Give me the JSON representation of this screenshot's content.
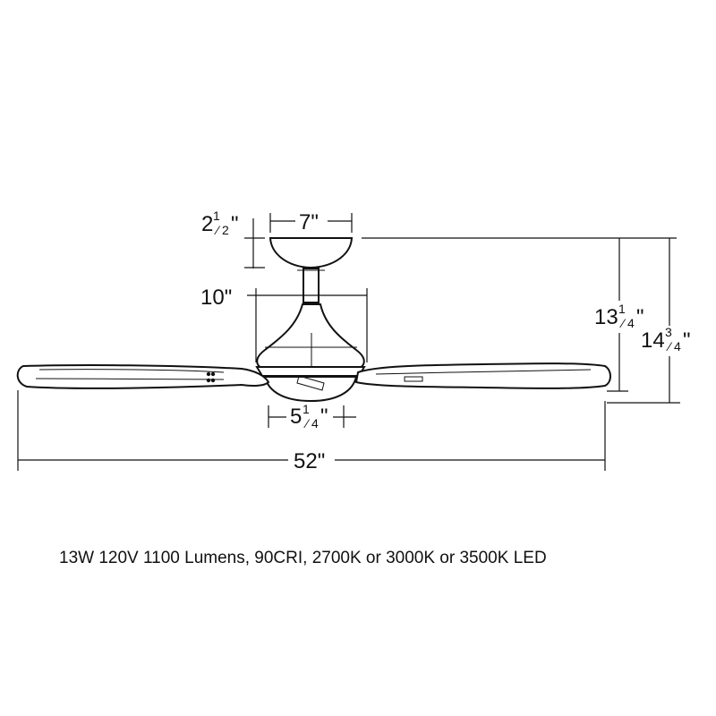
{
  "dimensions": {
    "canopy_height": {
      "whole": "2",
      "num": "1",
      "den": "2"
    },
    "canopy_width": "7\"",
    "body_width": "10\"",
    "light_width": {
      "whole": "5",
      "num": "1",
      "den": "4"
    },
    "overall_height": {
      "whole": "13",
      "num": "1",
      "den": "4"
    },
    "extended_height": {
      "whole": "14",
      "num": "3",
      "den": "4"
    },
    "span": "52\""
  },
  "spec_text": "13W 120V 1100 Lumens, 90CRI, 2700K or 3000K or 3500K LED"
}
